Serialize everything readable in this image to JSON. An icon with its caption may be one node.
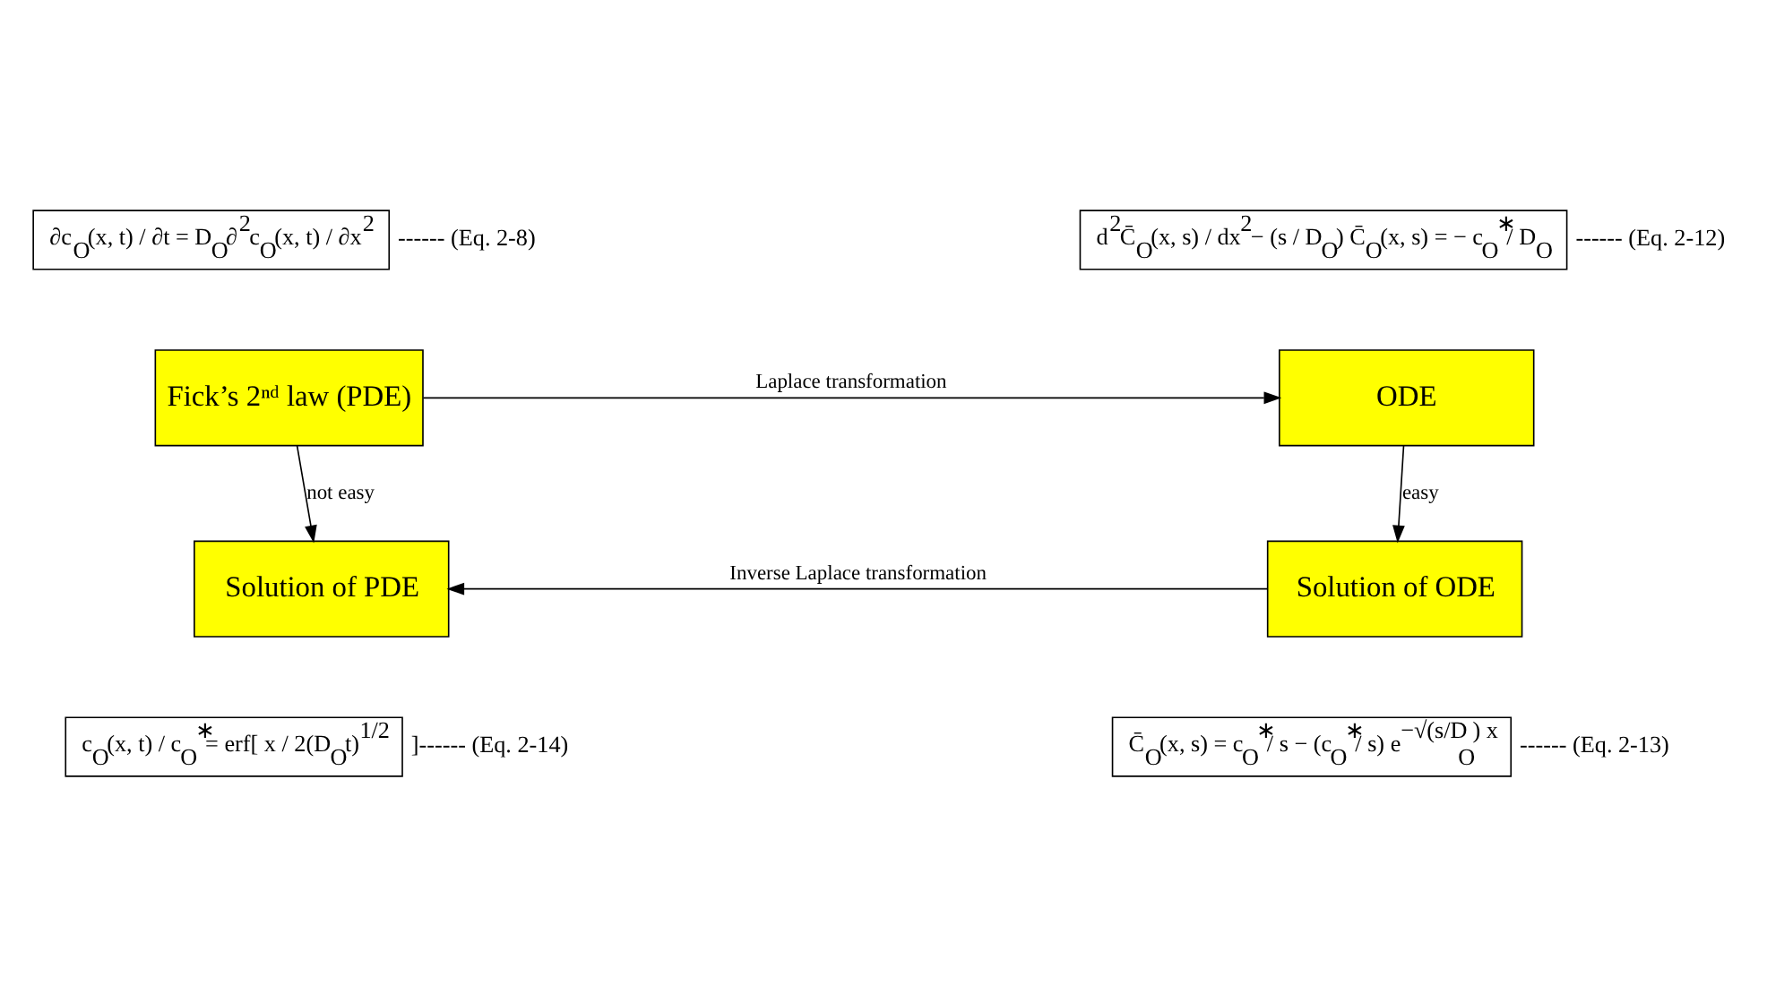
{
  "diagram": {
    "nodes": [
      {
        "text": [
          "∂c$_{O}$(x, t) / ∂t = D$_{O}$∂$^{2}$c$_{O}$(x, t) / ∂x$^{2}$"
        ],
        "beside": [
          "------ (Eq. 2-8)"
        ]
      },
      {
        "text": [
          "d$^{2}$C̄$_{O}$(x, s) / dx$^{2}$− (s / D$_{O}$) C̄$_{O}$(x, s) = − c$_{O}$$^{∗}$/ D$_{O}$"
        ],
        "beside": [
          "------ (Eq. 2-12)"
        ]
      },
      {
        "text": [
          "Fick’s 2ⁿᵈ law (PDE)"
        ]
      },
      {
        "text": [
          "ODE"
        ]
      },
      {
        "text": [
          "Solution of PDE"
        ]
      },
      {
        "text": [
          "Solution of ODE"
        ]
      },
      {
        "text": [
          "c$_{O}$(x, t) / c$_{O}$$^{∗}$= erf[ x / 2(D$_{O}$t)$^{1/2}$]"
        ],
        "beside": [
          "------ (Eq. 2-14)"
        ]
      },
      {
        "text": [
          "C̄$_{O}$(x, s) = c$_{O}$$^{∗}$/ s − (c$_{O}$$^{∗}$/ s) e$^{−√(s/D}$$_{O}$$^{) x}$"
        ],
        "beside": [
          "------ (Eq. 2-13)"
        ]
      }
    ],
    "edges": [
      {
        "from": 2,
        "to": 3,
        "arrow": "to",
        "label": "Laplace transformation"
      },
      {
        "from": 2,
        "to": 4,
        "arrow": "to",
        "label": "not easy"
      },
      {
        "from": 3,
        "to": 5,
        "arrow": "to",
        "label": "easy"
      },
      {
        "from": 5,
        "to": 4,
        "arrow": "to",
        "label": "Inverse Laplace transformation"
      }
    ]
  }
}
